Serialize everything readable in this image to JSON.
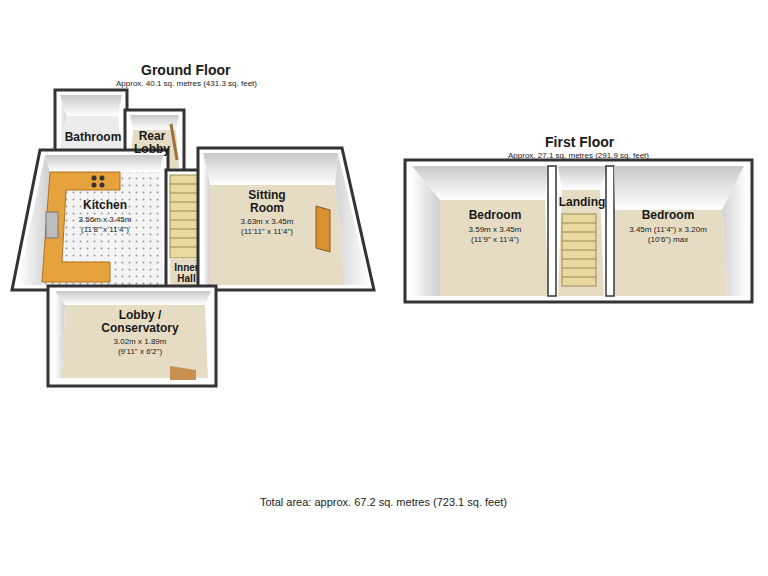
{
  "diagram": {
    "caption": "Total area: approx. 67.2 sq. metres (723.1 sq. feet)",
    "nodes": [
      {
        "text": [
          "Bathroom"
        ]
      },
      {
        "text": [
          "Rear Lobby"
        ]
      },
      {
        "text": [
          "Kitchen",
          "3.56m x 3.45m (11'8\" x 11'4\")"
        ]
      },
      {
        "text": [
          "Sitting Room",
          "3.63m x 3.45m (11'11\" x 11'4\")"
        ]
      },
      {
        "text": [
          "Inner Hall"
        ]
      },
      {
        "text": [
          "Lobby / Conservatory",
          "3.02m x 1.89m (9'11\" x 6'2\")"
        ]
      },
      {
        "text": [
          "Bedroom",
          "3.59m x 3.45m (11'9\" x 11'4\")"
        ]
      },
      {
        "text": [
          "Landing"
        ]
      },
      {
        "text": [
          "Bedroom",
          "3.45m (11'4\") x 3.20m (10'6\") max"
        ]
      }
    ],
    "labels": [
      "Ground Floor",
      "Approx. 40.1 sq. metres (431.3 sq. feet)",
      "First Floor",
      "Approx. 27.1 sq. metres (291.9 sq. feet)"
    ]
  }
}
